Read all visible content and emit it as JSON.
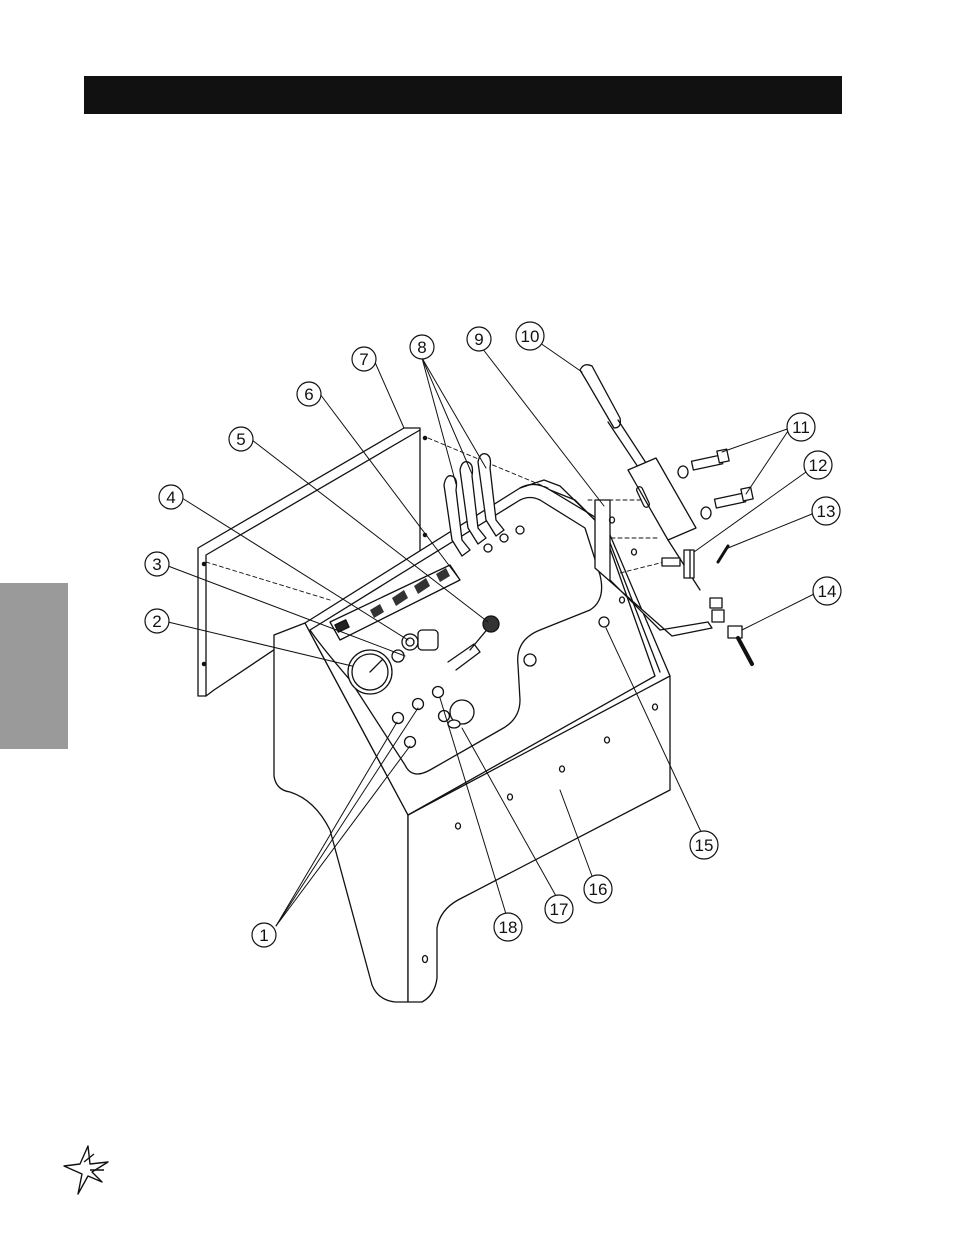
{
  "callouts": [
    {
      "label": "1"
    },
    {
      "label": "2"
    },
    {
      "label": "3"
    },
    {
      "label": "4"
    },
    {
      "label": "5"
    },
    {
      "label": "6"
    },
    {
      "label": "7"
    },
    {
      "label": "8"
    },
    {
      "label": "9"
    },
    {
      "label": "10"
    },
    {
      "label": "11"
    },
    {
      "label": "12"
    },
    {
      "label": "13"
    },
    {
      "label": "14"
    },
    {
      "label": "15"
    },
    {
      "label": "16"
    },
    {
      "label": "17"
    },
    {
      "label": "18"
    }
  ],
  "logo_icon": "star-logo-icon"
}
